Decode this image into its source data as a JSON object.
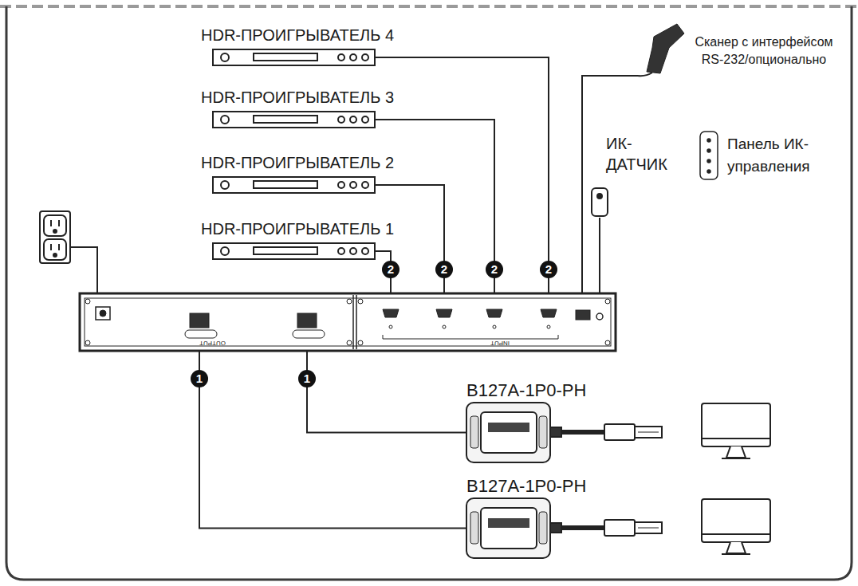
{
  "diagram": {
    "nodes": [
      {
        "text": [
          "HDR-ПРОИГРЫВАТЕЛЬ 4"
        ]
      },
      {
        "text": [
          "HDR-ПРОИГРЫВАТЕЛЬ 3"
        ]
      },
      {
        "text": [
          "Сканер с интерфейсом RS-232/опционально"
        ]
      },
      {
        "text": [
          "ИК-ДАТЧИК"
        ]
      },
      {
        "text": [
          "Панель ИК-управления"
        ]
      },
      {
        "text": [
          "HDR-ПРОИГРЫВАТЕЛЬ 2"
        ]
      },
      {
        "text": [
          "HDR-ПРОИГРЫВАТЕЛЬ 1"
        ]
      },
      {
        "text": [
          "OUTPUT",
          "INPUT"
        ]
      },
      {
        "text": [
          "B127A-1P0-PH"
        ]
      },
      {
        "text": [
          "B127A-1P0-PH"
        ]
      }
    ],
    "edges": [
      {
        "from": 6,
        "to": 7,
        "arrow": "none",
        "label": "2"
      },
      {
        "from": 5,
        "to": 7,
        "arrow": "none",
        "label": "2"
      },
      {
        "from": 1,
        "to": 7,
        "arrow": "none",
        "label": "2"
      },
      {
        "from": 0,
        "to": 7,
        "arrow": "none",
        "label": "2"
      },
      {
        "from": 2,
        "to": 7,
        "arrow": "none"
      },
      {
        "from": 3,
        "to": 7,
        "arrow": "none"
      },
      {
        "from": 7,
        "to": 8,
        "arrow": "none",
        "label": "1"
      },
      {
        "from": 7,
        "to": 9,
        "arrow": "none",
        "label": "1"
      }
    ]
  }
}
